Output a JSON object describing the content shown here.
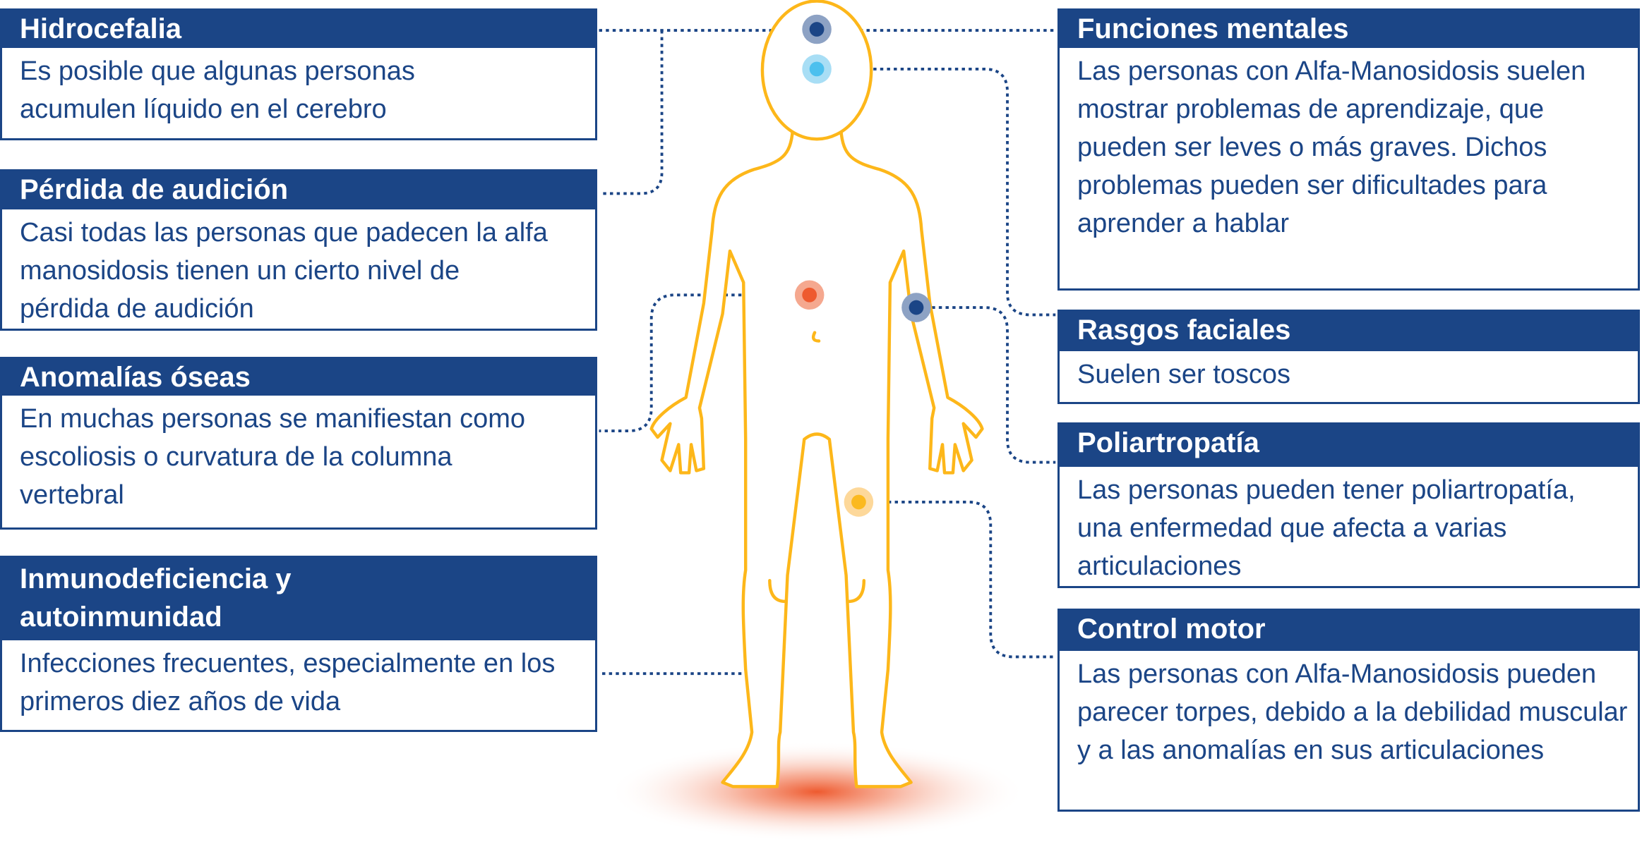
{
  "left_boxes": [
    {
      "title": "Hidrocefalia",
      "text": "Es posible que algunas personas acumulen líquido en el cerebro"
    },
    {
      "title": "Pérdida de audición",
      "text": "Casi todas las personas que padecen la alfa manosidosis tienen un cierto nivel de pérdida de audición"
    },
    {
      "title": "Anomalías óseas",
      "text": "En muchas personas se manifiestan como escoliosis o curvatura de la columna vertebral"
    },
    {
      "title": "Inmunodeficiencia y autoinmunidad",
      "text": "Infecciones frecuentes, especialmente en los primeros diez años de vida"
    }
  ],
  "right_boxes": [
    {
      "title": "Funciones mentales",
      "text": "Las personas con Alfa-Manosidosis suelen mostrar problemas de aprendizaje, que pueden ser leves o más graves. Dichos problemas pueden ser dificultades para aprender a hablar"
    },
    {
      "title": "Rasgos faciales",
      "text": "Suelen ser toscos"
    },
    {
      "title": "Poliartropatía",
      "text": "Las personas pueden tener poliartropatía, una enfermedad que afecta a varias articulaciones"
    },
    {
      "title": "Control motor",
      "text": "Las personas con Alfa-Manosidosis pueden parecer torpes, debido a la debilidad muscular y a las anomalías en sus articulaciones"
    }
  ],
  "colors": {
    "brand": "#1b4586",
    "figure": "#fdb71a",
    "dot_dark": "#1b4586",
    "dot_light": "#4cc0ee",
    "dot_red": "#ee5a2f",
    "dot_yellow": "#fbb91f"
  }
}
